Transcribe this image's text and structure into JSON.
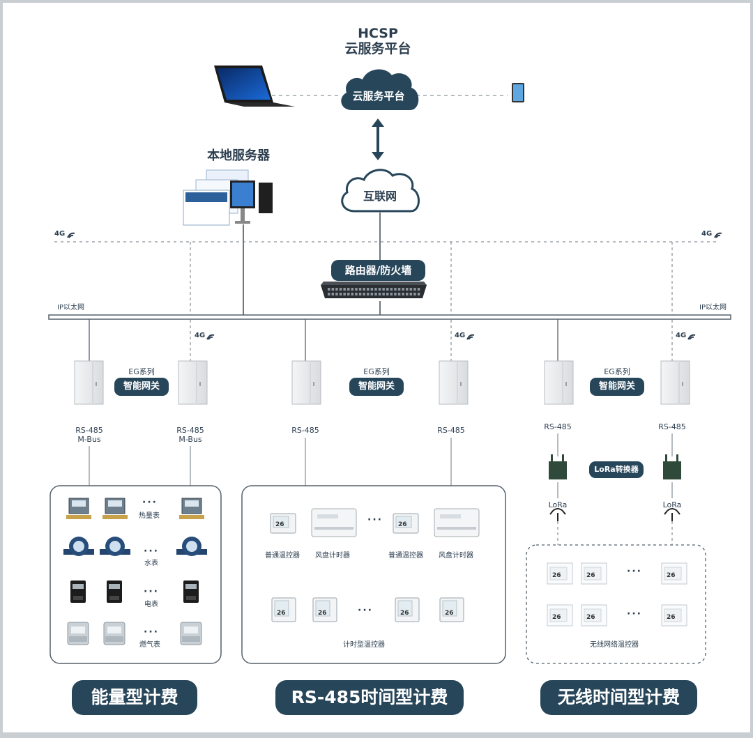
{
  "cloud": {
    "title_line1": "HCSP",
    "title_line2": "云服务平台",
    "cloud_label": "云服务平台"
  },
  "internet_label": "互联网",
  "local_server_label": "本地服务器",
  "router_label": "路由器/防火墙",
  "ethernet_label_left": "IP以太网",
  "ethernet_label_right": "IP以太网",
  "network_4g": "4G",
  "gateway": {
    "series": "EG系列",
    "name": "智能网关"
  },
  "bus": {
    "rs485_mbus_line1": "RS-485",
    "rs485_mbus_line2": "M-Bus",
    "rs485": "RS-485",
    "lora": "LoRa"
  },
  "lora_converter_label": "LoRa转换器",
  "energy_box": {
    "ellipsis": "···",
    "rows": [
      {
        "label": "热量表"
      },
      {
        "label": "水表"
      },
      {
        "label": "电表"
      },
      {
        "label": "燃气表"
      }
    ]
  },
  "rs485_box": {
    "ellipsis": "···",
    "thermostat_label": "普通温控器",
    "timer_label": "风盘计时器",
    "timed_thermostat_label": "计时型温控器"
  },
  "wireless_box": {
    "ellipsis": "···",
    "label": "无线网络温控器"
  },
  "thermostat_display": "26",
  "categories": [
    {
      "label": "能量型计费"
    },
    {
      "label": "RS-485时间型计费"
    },
    {
      "label": "无线时间型计费"
    }
  ],
  "colors": {
    "navy": "#27465a",
    "line_gray": "#5b6670",
    "text": "#2c3e4f",
    "background": "#ffffff"
  }
}
